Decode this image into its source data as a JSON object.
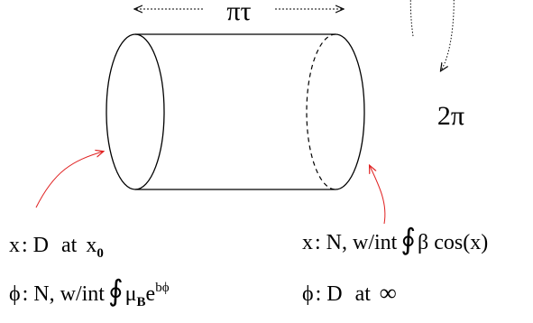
{
  "top_label": "πτ",
  "right_label": "2π",
  "labels": {
    "left_x": {
      "lead": "x",
      "colon": ": D",
      "at": "at",
      "var": "x",
      "sub": "0"
    },
    "left_phi": {
      "lead": "ϕ",
      "colon": ": N, w/int",
      "integral": "∮",
      "mu": "μ",
      "mu_sub": "B",
      "exp_base": "e",
      "exp_sup": "bϕ"
    },
    "right_x": {
      "lead": "x",
      "colon": ": N, w/int",
      "integral": "∮",
      "beta": "β",
      "cos": "cos(x)"
    },
    "right_phi": {
      "lead": "ϕ",
      "colon": ": D",
      "at": "at",
      "infinity": "∞"
    }
  },
  "colors": {
    "ink": "#000000",
    "arrow_red": "#e02020"
  }
}
